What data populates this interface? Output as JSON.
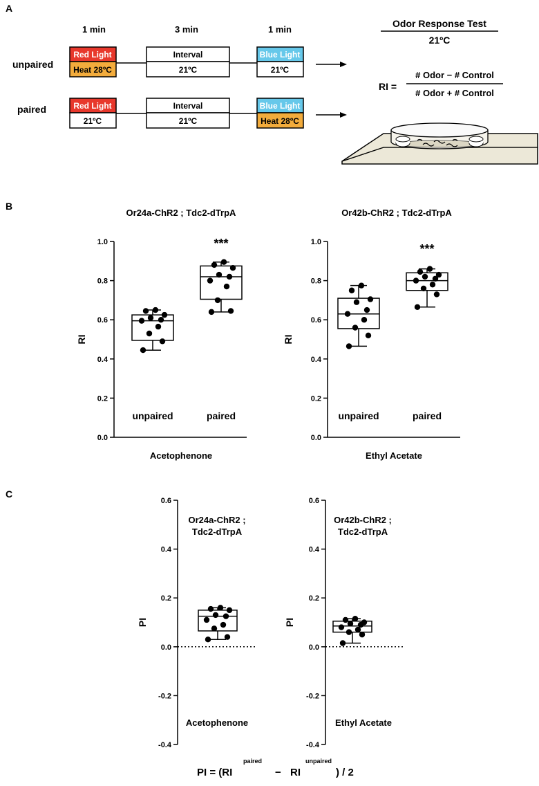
{
  "panel_a": {
    "label": "A",
    "durations": [
      "1 min",
      "3 min",
      "1 min"
    ],
    "rows": [
      {
        "name": "unpaired",
        "red": "Red Light",
        "red_sub": "Heat 28ºC",
        "interval": "Interval",
        "interval_sub": "21ºC",
        "blue": "Blue Light",
        "blue_sub": "21ºC"
      },
      {
        "name": "paired",
        "red": "Red Light",
        "red_sub": "21ºC",
        "interval": "Interval",
        "interval_sub": "21ºC",
        "blue": "Blue Light",
        "blue_sub": "Heat 28ºC"
      }
    ],
    "test_title": "Odor Response Test",
    "test_temp": "21ºC",
    "formula_lhs": "RI =",
    "formula_num": "# Odor − # Control",
    "formula_den": "# Odor + # Control",
    "colors": {
      "red": "#e8382c",
      "heat": "#f3ac3c",
      "blue": "#66c8ea",
      "stage": "#ece8d8"
    }
  },
  "panel_b": {
    "label": "B"
  },
  "panel_c": {
    "label": "C"
  },
  "pi_formula": {
    "lhs": "PI = (RI",
    "sup_paired": "paired",
    "minus": "−",
    "rhs": "RI",
    "sup_unpaired": "unpaired",
    "tail": ") / 2"
  },
  "chart_data": [
    {
      "type": "box",
      "title": "Or24a-ChR2 ; Tdc2-dTrpA",
      "ylabel": "RI",
      "xlabel": "Acetophenone",
      "ylim": [
        0.0,
        1.0
      ],
      "yticks": [
        "0.0",
        "0.2",
        "0.4",
        "0.6",
        "0.8",
        "1.0"
      ],
      "categories": [
        "unpaired",
        "paired"
      ],
      "significance": "***",
      "boxes": [
        {
          "min": 0.445,
          "q1": 0.495,
          "median": 0.595,
          "q3": 0.625,
          "max": 0.65,
          "points": [
            0.445,
            0.49,
            0.53,
            0.565,
            0.595,
            0.6,
            0.61,
            0.625,
            0.645,
            0.65
          ]
        },
        {
          "min": 0.64,
          "q1": 0.705,
          "median": 0.82,
          "q3": 0.875,
          "max": 0.895,
          "points": [
            0.64,
            0.645,
            0.7,
            0.77,
            0.8,
            0.82,
            0.83,
            0.865,
            0.88,
            0.895
          ]
        }
      ]
    },
    {
      "type": "box",
      "title": "Or42b-ChR2 ; Tdc2-dTrpA",
      "ylabel": "RI",
      "xlabel": "Ethyl Acetate",
      "ylim": [
        0.0,
        1.0
      ],
      "yticks": [
        "0.0",
        "0.2",
        "0.4",
        "0.6",
        "0.8",
        "1.0"
      ],
      "categories": [
        "unpaired",
        "paired"
      ],
      "significance": "***",
      "boxes": [
        {
          "min": 0.465,
          "q1": 0.555,
          "median": 0.63,
          "q3": 0.71,
          "max": 0.775,
          "points": [
            0.465,
            0.52,
            0.56,
            0.6,
            0.63,
            0.65,
            0.69,
            0.705,
            0.75,
            0.775
          ]
        },
        {
          "min": 0.665,
          "q1": 0.75,
          "median": 0.8,
          "q3": 0.84,
          "max": 0.86,
          "points": [
            0.665,
            0.73,
            0.76,
            0.78,
            0.8,
            0.81,
            0.82,
            0.83,
            0.845,
            0.86
          ]
        }
      ]
    },
    {
      "type": "box",
      "title": "Or24a-ChR2 ;\nTdc2-dTrpA",
      "ylabel": "PI",
      "xlabel": "Acetophenone",
      "ylim": [
        -0.4,
        0.6
      ],
      "yticks": [
        "-0.4",
        "-0.2",
        "0.0",
        "0.2",
        "0.4",
        "0.6"
      ],
      "categories": [],
      "reference_line": 0.0,
      "boxes": [
        {
          "min": 0.03,
          "q1": 0.065,
          "median": 0.125,
          "q3": 0.15,
          "max": 0.16,
          "points": [
            0.03,
            0.04,
            0.075,
            0.09,
            0.11,
            0.125,
            0.13,
            0.15,
            0.155,
            0.16
          ]
        }
      ]
    },
    {
      "type": "box",
      "title": "Or42b-ChR2 ;\nTdc2-dTrpA",
      "ylabel": "PI",
      "xlabel": "Ethyl Acetate",
      "ylim": [
        -0.4,
        0.6
      ],
      "yticks": [
        "-0.4",
        "-0.2",
        "0.0",
        "0.2",
        "0.4",
        "0.6"
      ],
      "categories": [],
      "reference_line": 0.0,
      "boxes": [
        {
          "min": 0.015,
          "q1": 0.06,
          "median": 0.085,
          "q3": 0.105,
          "max": 0.115,
          "points": [
            0.015,
            0.05,
            0.06,
            0.07,
            0.08,
            0.09,
            0.095,
            0.1,
            0.11,
            0.115
          ]
        }
      ]
    }
  ]
}
